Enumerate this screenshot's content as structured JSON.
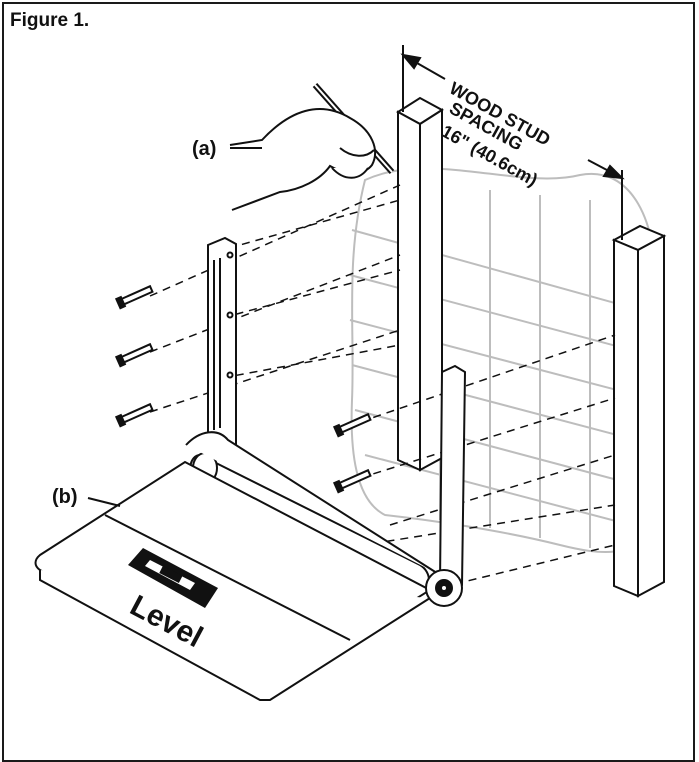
{
  "figure": {
    "title": "Figure 1.",
    "label_a": "(a)",
    "label_b": "(b)",
    "spacing_line1": "WOOD STUD",
    "spacing_line2": "SPACING",
    "spacing_line3": "16\" (40.6cm)",
    "level_text": "Level"
  },
  "colors": {
    "ink": "#111111",
    "wall_grid": "#bdbdbd",
    "paper": "#ffffff"
  },
  "icons": {
    "hand": "hand-holding-pencil-icon",
    "screw": "screw-icon",
    "level": "bubble-level-icon"
  }
}
